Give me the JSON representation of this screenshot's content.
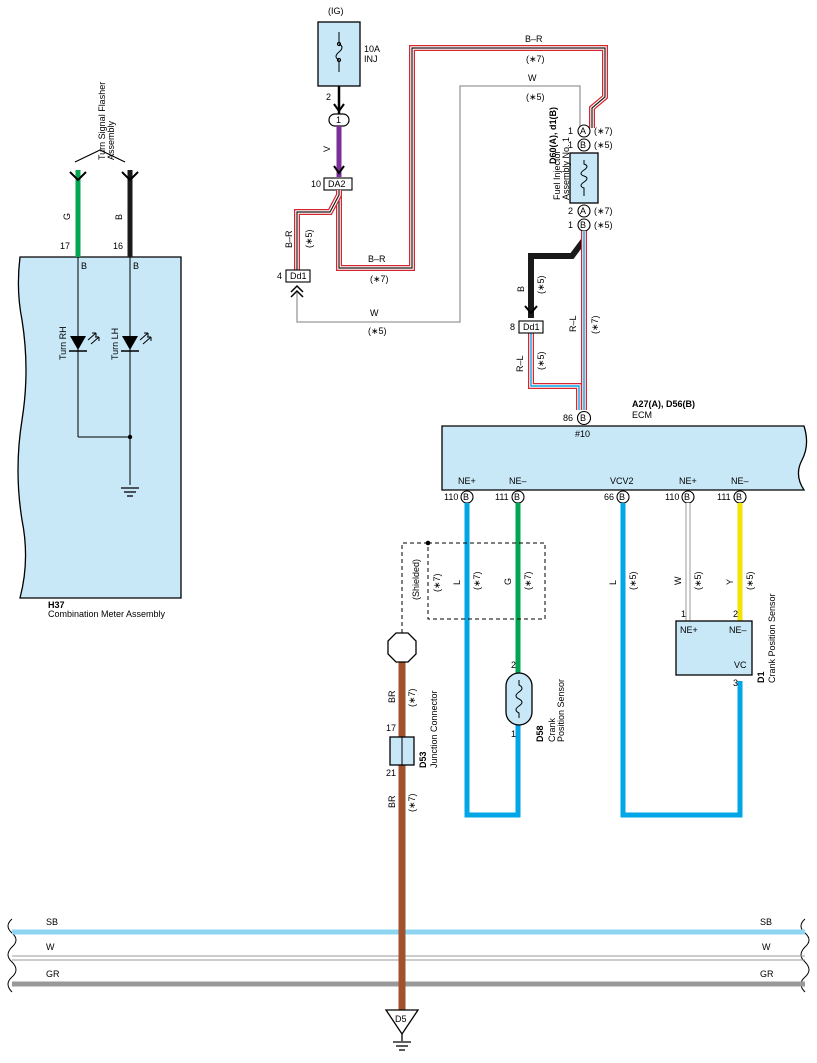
{
  "colors": {
    "light_blue": "#00a6e6",
    "sky": "#8fd4f0",
    "green": "#00a650",
    "black": "#1a1a1a",
    "purple": "#7b2d99",
    "red": "#d7262e",
    "gray": "#999999",
    "yellow": "#f2e300",
    "brown": "#a0522d",
    "component_fill": "#c8e8f8"
  },
  "top": {
    "ig": "(IG)",
    "fuse_rating": "10A",
    "fuse_name": "INJ",
    "fuse_pin": "2",
    "j1_num": "1",
    "wire_v": "V",
    "da2_label": "DA2",
    "da2_pin": "10",
    "dd1_label": "Dd1",
    "dd1_pin": "4",
    "wire_br_left": "B–R",
    "note_s5_left": "(∗5)",
    "wire_br_mid": "B–R",
    "note_s7_mid": "(∗7)",
    "wire_w_bottom": "W",
    "note_s5_bottom": "(∗5)",
    "wire_br_top": "B–R",
    "note_s7_top": "(∗7)",
    "wire_w_top": "W",
    "note_s5_top": "(∗5)"
  },
  "injector": {
    "code": "D60(A), d1(B)",
    "name_line1": "Fuel Injector",
    "name_line2": "Assembly No. 1",
    "pin_a1": "1",
    "pin_b1": "1",
    "pin_a2": "2",
    "pin_b2": "1",
    "conn_a": "A",
    "conn_b": "B",
    "note_s7": "(∗7)",
    "note_s5": "(∗5)"
  },
  "mid": {
    "dd1b_label": "Dd1",
    "dd1b_pin": "8",
    "wire_b": "B",
    "note_s5_b": "(∗5)",
    "wire_rl_right": "R–L",
    "note_s7_rl": "(∗7)",
    "wire_rl_left": "R–L",
    "note_s5_rl": "(∗5)"
  },
  "ecm": {
    "code": "A27(A), D56(B)",
    "name": "ECM",
    "top_pin": "86",
    "top_conn": "B",
    "terminal": "#10",
    "pins": [
      {
        "num": "110",
        "name": "NE+",
        "conn": "B"
      },
      {
        "num": "111",
        "name": "NE–",
        "conn": "B"
      },
      {
        "num": "66",
        "name": "VCV2",
        "conn": "B"
      },
      {
        "num": "110",
        "name": "NE+",
        "conn": "B"
      },
      {
        "num": "111",
        "name": "NE–",
        "conn": "B"
      }
    ]
  },
  "lower_wires": {
    "l1": "L",
    "l1_note": "(∗7)",
    "g": "G",
    "g_note": "(∗7)",
    "l2": "L",
    "l2_note": "(∗5)",
    "w": "W",
    "w_note": "(∗5)",
    "y": "Y",
    "y_note": "(∗5)",
    "shielded": "(Shielded)",
    "shielded_note": "(∗7)"
  },
  "d58": {
    "code": "D58",
    "name_line1": "Crank",
    "name_line2": "Position Sensor",
    "pin_top": "2",
    "pin_bottom": "1"
  },
  "d1": {
    "code": "D1",
    "name": "Crank Position Sensor",
    "pin_ne_plus": "1",
    "pin_ne_minus": "2",
    "pin_vc": "3",
    "t_ne_plus": "NE+",
    "t_ne_minus": "NE–",
    "t_vc": "VC"
  },
  "junction": {
    "code": "D53",
    "name": "Junction Connector",
    "pin_top": "17",
    "pin_bottom": "21",
    "wire_top": "BR",
    "note_top": "(∗7)",
    "wire_bottom": "BR",
    "note_bottom": "(∗7)"
  },
  "combination": {
    "flasher_line1": "Turn Signal Flasher",
    "flasher_line2": "Assembly",
    "wire_g": "G",
    "wire_b": "B",
    "pin_g": "17",
    "pin_b": "16",
    "inner_b1": "B",
    "inner_b2": "B",
    "turn_rh": "Turn RH",
    "turn_lh": "Turn LH",
    "code": "H37",
    "name": "Combination Meter Assembly"
  },
  "bus": {
    "sb": "SB",
    "w": "W",
    "gr": "GR"
  },
  "ground_d5": "D5"
}
